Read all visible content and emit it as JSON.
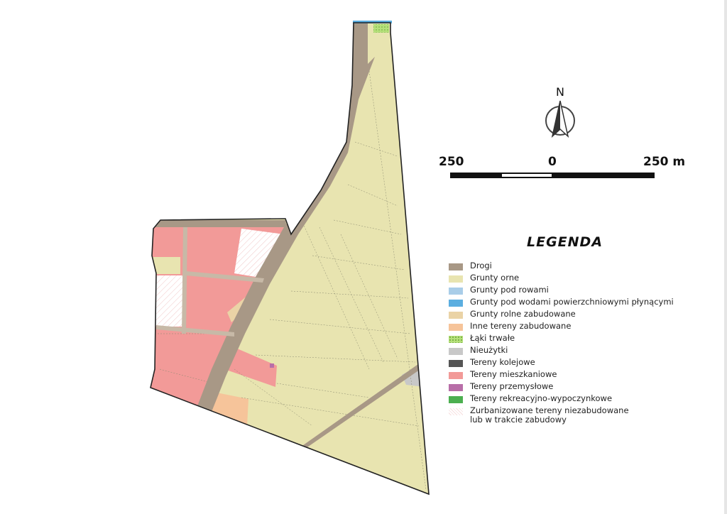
{
  "north_arrow": {
    "label": "N"
  },
  "scale_bar": {
    "left": "250",
    "center": "0",
    "right": "250 m"
  },
  "legend": {
    "title": "LEGENDA",
    "items": [
      {
        "label": "Drogi",
        "color": "#a89886",
        "pattern": "solid"
      },
      {
        "label": "Grunty orne",
        "color": "#e8e4b0",
        "pattern": "solid"
      },
      {
        "label": "Grunty pod rowami",
        "color": "#a9cde8",
        "pattern": "solid"
      },
      {
        "label": "Grunty pod wodami powierzchniowymi płynącymi",
        "color": "#5baee0",
        "pattern": "solid"
      },
      {
        "label": "Grunty rolne zabudowane",
        "color": "#ead3a6",
        "pattern": "solid"
      },
      {
        "label": "Inne tereny zabudowane",
        "color": "#f6c49a",
        "pattern": "solid"
      },
      {
        "label": "Łąki trwałe",
        "color": "#b5e07a",
        "pattern": "dots"
      },
      {
        "label": "Nieużytki",
        "color": "#c8c8c8",
        "pattern": "solid"
      },
      {
        "label": "Tereny kolejowe",
        "color": "#555555",
        "pattern": "solid"
      },
      {
        "label": "Tereny mieszkaniowe",
        "color": "#f29a98",
        "pattern": "solid"
      },
      {
        "label": "Tereny przemysłowe",
        "color": "#b86ea8",
        "pattern": "solid"
      },
      {
        "label": "Tereny rekreacyjno-wypoczynkowe",
        "color": "#4caf50",
        "pattern": "solid"
      },
      {
        "label_lines": [
          "Zurbanizowane tereny niezabudowane",
          "lub w trakcie zabudowy"
        ],
        "color": "#f6dede",
        "pattern": "hatch"
      }
    ]
  }
}
